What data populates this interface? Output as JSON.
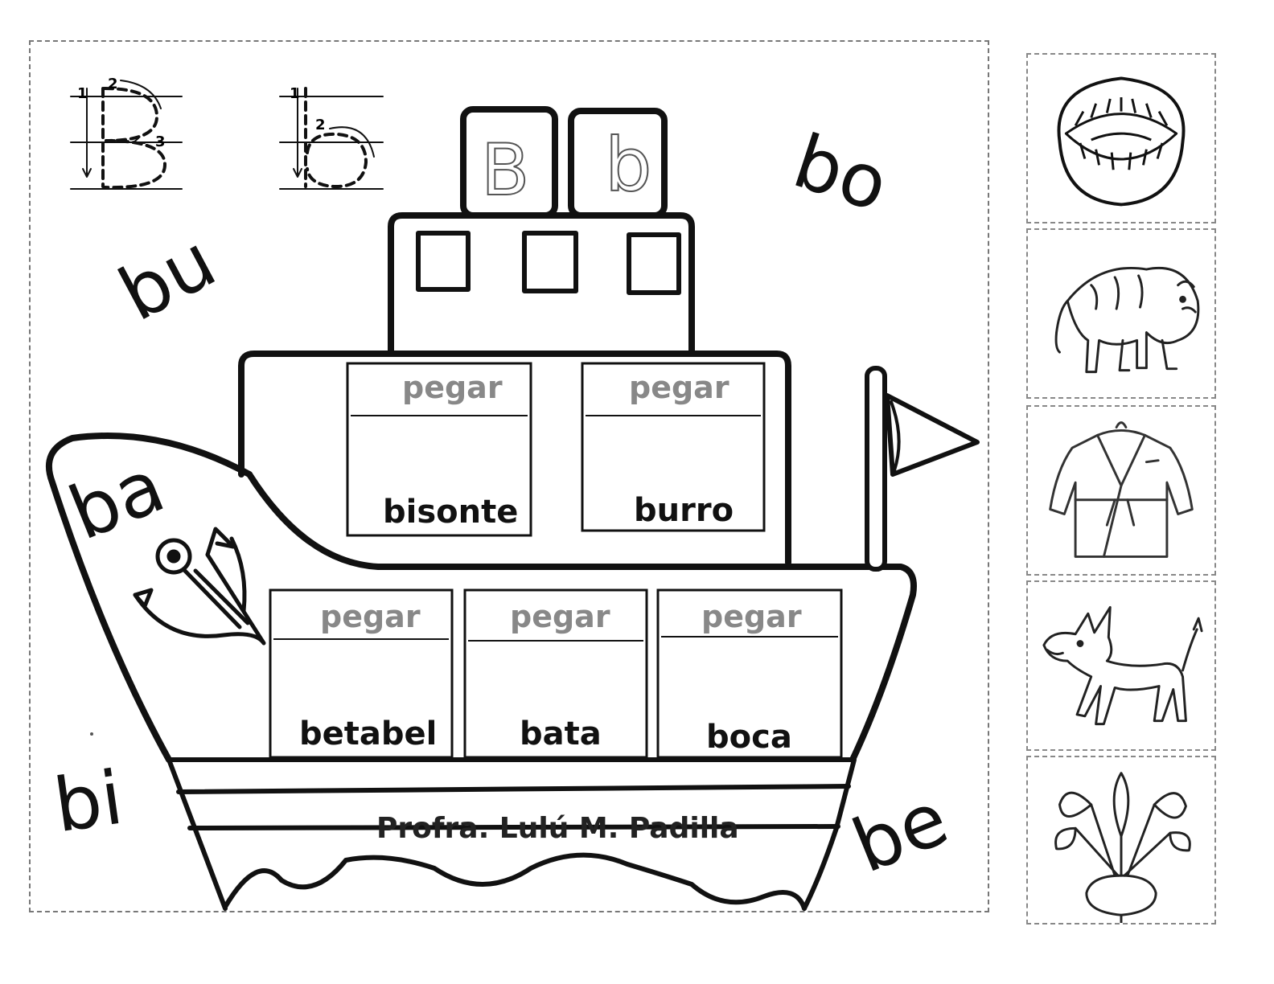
{
  "letters": {
    "upper": "B",
    "lower": "b"
  },
  "trace": {
    "upper_steps": [
      "1",
      "2",
      "3"
    ],
    "lower_steps": [
      "1",
      "2"
    ]
  },
  "syllables": {
    "ba": "ba",
    "be": "be",
    "bi": "bi",
    "bo": "bo",
    "bu": "bu"
  },
  "boxes": {
    "paste_label": "pegar",
    "items": [
      "bisonte",
      "burro",
      "betabel",
      "bata",
      "boca"
    ]
  },
  "credit": "Profra. Lulú M. Padilla",
  "cutout_pictures": [
    "mouth-picture",
    "bison-picture",
    "robe-picture",
    "donkey-picture",
    "beet-picture"
  ]
}
